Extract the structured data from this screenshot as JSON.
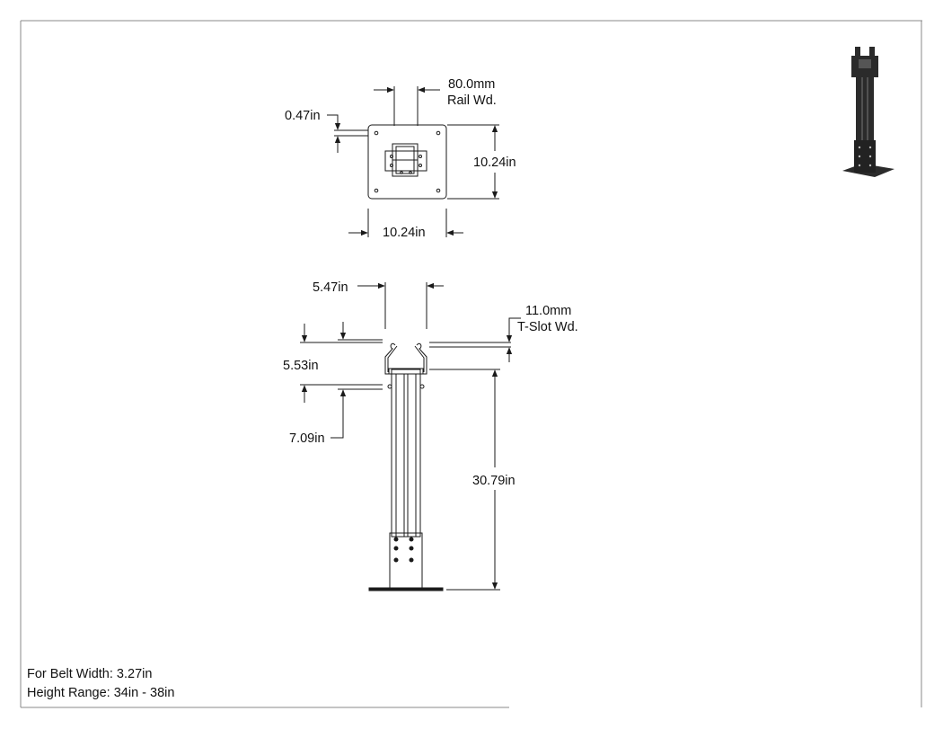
{
  "colors": {
    "ink": "#1a1a1a",
    "frame": "#8a8a8a",
    "background": "#ffffff",
    "part_dark": "#2b2b2b"
  },
  "top_view": {
    "rail_width_value": "80.0mm",
    "rail_width_label": "Rail Wd.",
    "hole_offset": "0.47in",
    "plate_height": "10.24in",
    "plate_width": "10.24in"
  },
  "front_view": {
    "upper_width": "5.47in",
    "tslot_width_value": "11.0mm",
    "tslot_width_label": "T-Slot Wd.",
    "clamp_height": "5.53in",
    "clamp_drop": "7.09in",
    "post_height": "30.79in"
  },
  "notes": {
    "belt_width": "For Belt Width: 3.27in",
    "height_range": "Height Range: 34in - 38in"
  }
}
